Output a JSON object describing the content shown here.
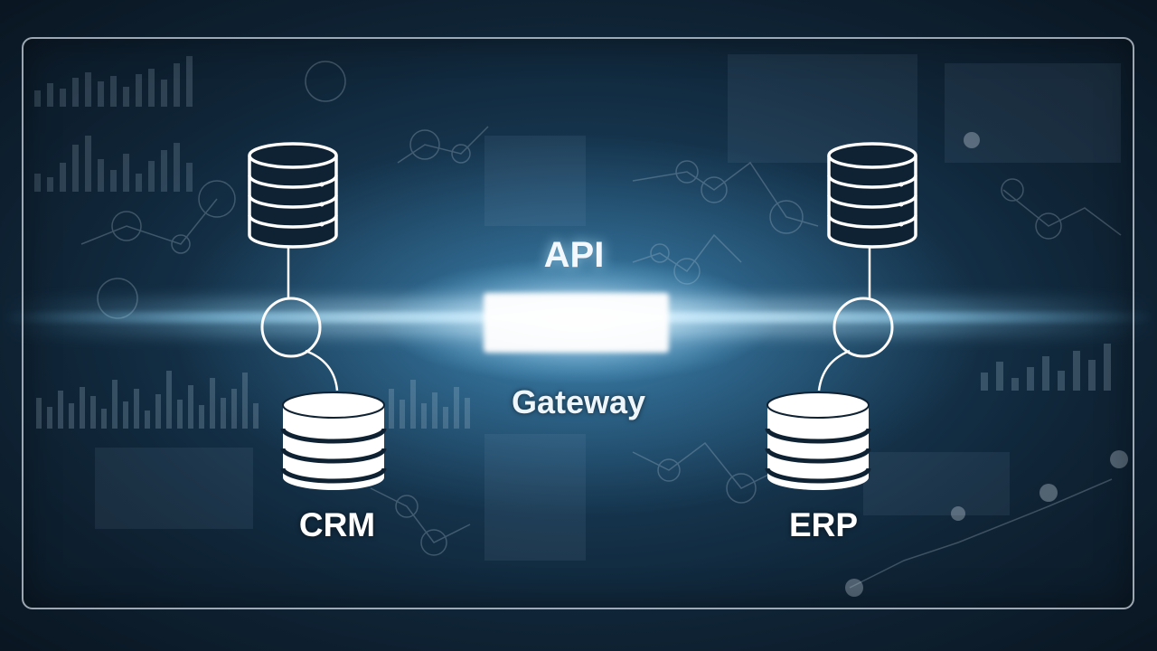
{
  "labels": {
    "top": "API",
    "bottom": "Gateway",
    "left_system": "CRM",
    "right_system": "ERP"
  },
  "colors": {
    "background_dark": "#0d1a26",
    "background_glow": "#56aadc",
    "beam_core": "#ffffff",
    "beam_glow": "#7fd3ff",
    "icon_stroke": "#ffffff",
    "icon_fill_dark": "#0f2233",
    "frame": "#cdd7e1"
  },
  "icons": {
    "left_top": "database-server-icon",
    "left_bottom": "database-stack-icon",
    "right_top": "database-server-icon",
    "right_bottom": "database-stack-icon",
    "connector": "connector-ring-icon"
  }
}
